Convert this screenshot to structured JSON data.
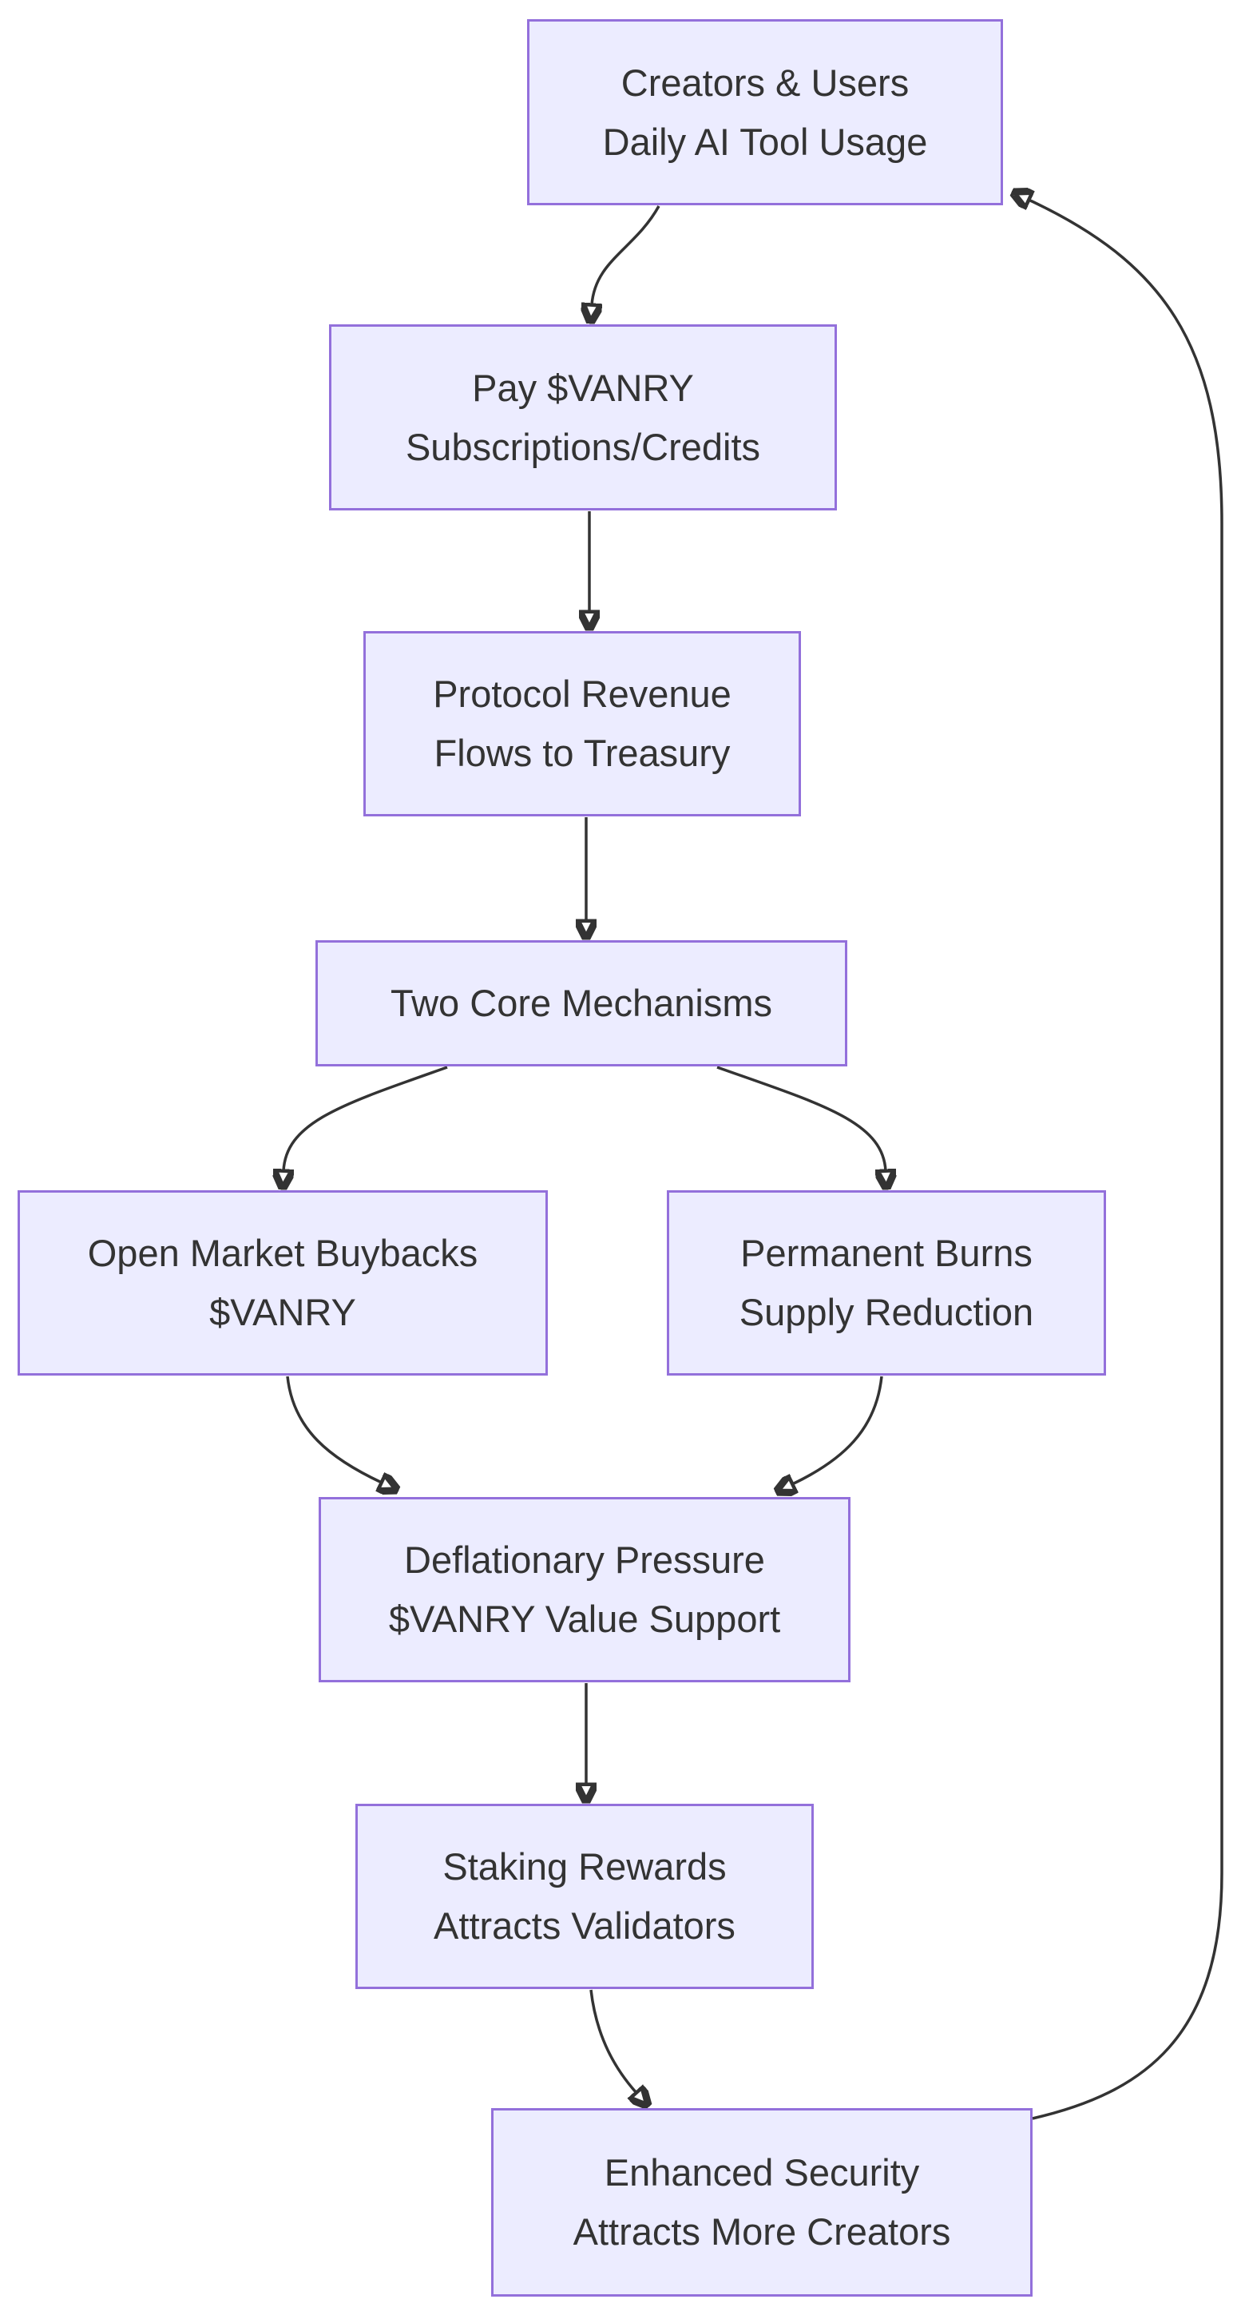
{
  "diagram": {
    "type": "flowchart",
    "direction": "top-down",
    "colors": {
      "background": "#FFFFFF",
      "node_fill": "#ECECFF",
      "node_border": "#9370DB",
      "edge": "#333333",
      "text": "#333333"
    },
    "nodes": [
      {
        "id": "creators-users",
        "label_lines": [
          "Creators & Users",
          "Daily AI Tool Usage"
        ]
      },
      {
        "id": "pay-vanry",
        "label_lines": [
          "Pay $VANRY",
          "Subscriptions/Credits"
        ]
      },
      {
        "id": "protocol-revenue",
        "label_lines": [
          "Protocol Revenue",
          "Flows to Treasury"
        ]
      },
      {
        "id": "two-core-mechanisms",
        "label_lines": [
          "Two Core Mechanisms"
        ]
      },
      {
        "id": "open-market-buybacks",
        "label_lines": [
          "Open Market Buybacks",
          "$VANRY"
        ]
      },
      {
        "id": "permanent-burns",
        "label_lines": [
          "Permanent Burns",
          "Supply Reduction"
        ]
      },
      {
        "id": "deflationary-pressure",
        "label_lines": [
          "Deflationary Pressure",
          "$VANRY Value Support"
        ]
      },
      {
        "id": "staking-rewards",
        "label_lines": [
          "Staking Rewards",
          "Attracts Validators"
        ]
      },
      {
        "id": "enhanced-security",
        "label_lines": [
          "Enhanced Security",
          "Attracts More Creators"
        ]
      }
    ],
    "edges": [
      {
        "from": "creators-users",
        "to": "pay-vanry"
      },
      {
        "from": "pay-vanry",
        "to": "protocol-revenue"
      },
      {
        "from": "protocol-revenue",
        "to": "two-core-mechanisms"
      },
      {
        "from": "two-core-mechanisms",
        "to": "open-market-buybacks"
      },
      {
        "from": "two-core-mechanisms",
        "to": "permanent-burns"
      },
      {
        "from": "open-market-buybacks",
        "to": "deflationary-pressure"
      },
      {
        "from": "permanent-burns",
        "to": "deflationary-pressure"
      },
      {
        "from": "deflationary-pressure",
        "to": "staking-rewards"
      },
      {
        "from": "staking-rewards",
        "to": "enhanced-security"
      },
      {
        "from": "enhanced-security",
        "to": "creators-users"
      }
    ]
  }
}
